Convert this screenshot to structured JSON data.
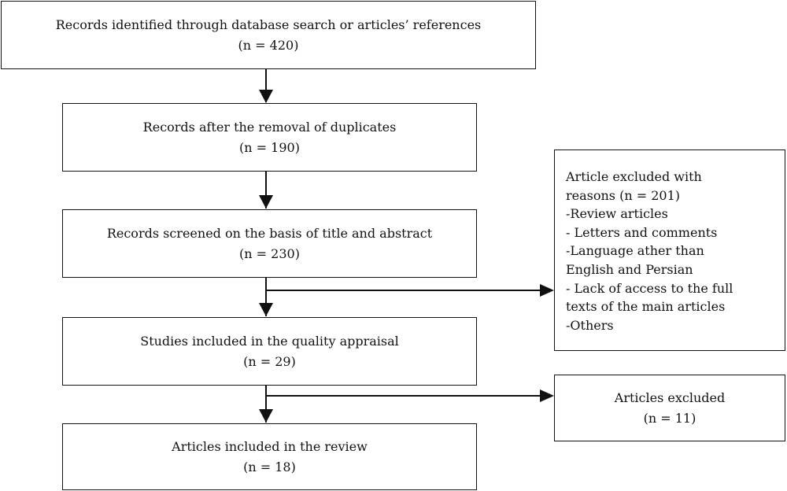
{
  "boxes": {
    "identified": {
      "line1": "Records identified through database search or articles’ references",
      "line2": "(n = 420)"
    },
    "duplicates_removed": {
      "line1": "Records after the removal of duplicates",
      "line2": "(n = 190)"
    },
    "screened": {
      "line1": "Records screened on the basis of title and abstract",
      "line2": "(n = 230)"
    },
    "quality_appraisal": {
      "line1": "Studies included in the quality appraisal",
      "line2": "(n = 29)"
    },
    "included_review": {
      "line1": "Articles included in the review",
      "line2": "(n = 18)"
    },
    "excluded_reasons": {
      "lines": [
        "Article  excluded  with",
        "reasons (n = 201)",
        "-Review articles",
        "- Letters and comments",
        "-Language ather than",
        "English and Persian",
        "- Lack of access to the full",
        "texts of the main articles",
        "-Others"
      ]
    },
    "excluded_articles": {
      "line1": "Articles excluded",
      "line2": "(n = 11)"
    }
  }
}
